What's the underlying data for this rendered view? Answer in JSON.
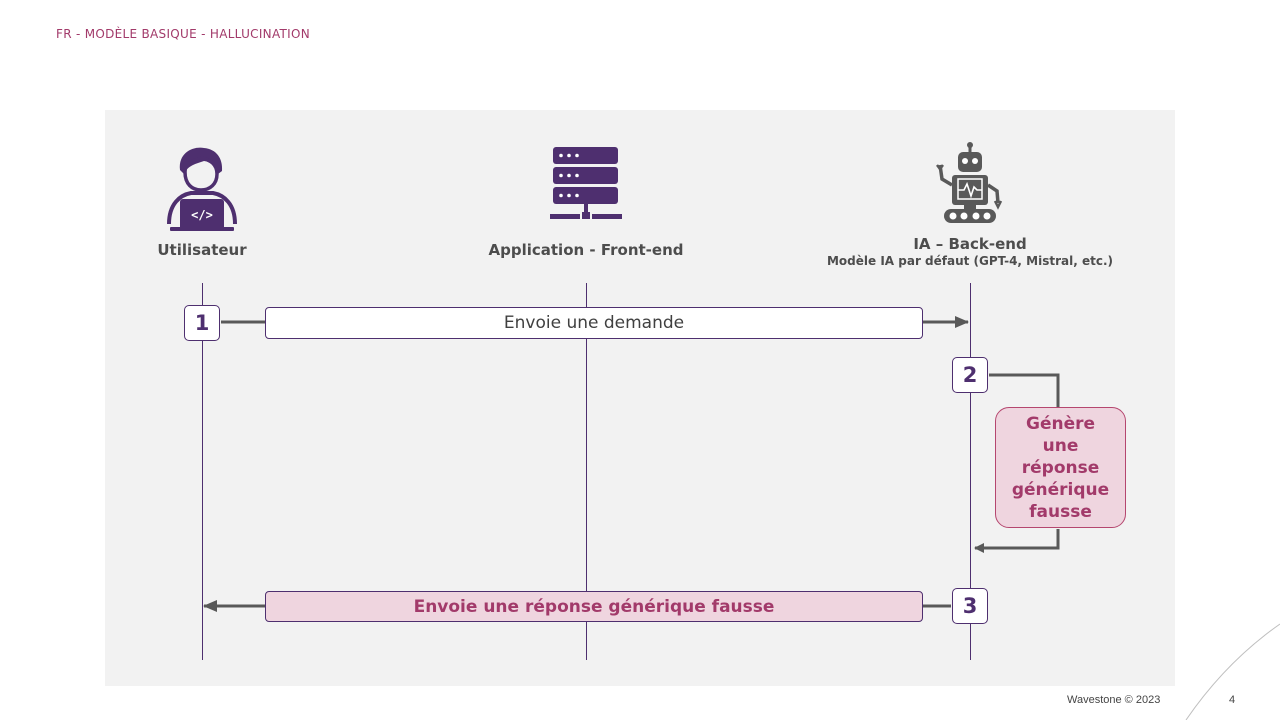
{
  "slide": {
    "top_title": "FR - MODÈLE BASIQUE - HALLUCINATION",
    "footer_copyright": "Wavestone © 2023",
    "page_number": "4"
  },
  "actors": {
    "user": {
      "label": "Utilisateur",
      "icon": "user-laptop-icon"
    },
    "frontend": {
      "label": "Application - Front-end",
      "icon": "server-icon"
    },
    "backend": {
      "label": "IA – Back-end",
      "sublabel": "Modèle IA par défaut (GPT-4, Mistral, etc.)",
      "icon": "robot-icon"
    }
  },
  "steps": [
    {
      "number": "1",
      "label": "Envoie une demande"
    },
    {
      "number": "2",
      "lines": [
        "Génère",
        "une",
        "réponse",
        "générique",
        "fausse"
      ]
    },
    {
      "number": "3",
      "label": "Envoie une réponse générique fausse"
    }
  ],
  "colors": {
    "accent_purple": "#4e2f6f",
    "accent_pink": "#a23a6a",
    "pink_fill": "#efd5df",
    "panel_bg": "#f2f2f2",
    "arrow_gray": "#595959"
  }
}
